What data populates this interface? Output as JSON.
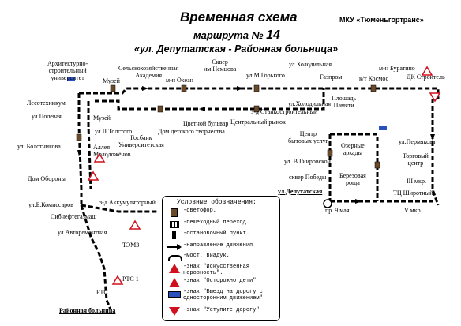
{
  "header": {
    "title": "Временная схема",
    "subtitle_prefix": "маршрута №",
    "route_number": "14",
    "route_name": "«ул. Депутатская - Районная больница»",
    "organization": "МКУ «Тюменьгортранс»"
  },
  "stops": {
    "arch_univ": "Архитектурно-\nстроительный\nуниверситет",
    "muzey_top": "Музей",
    "selhoz": "Сельскохозяйственная\nАкадемия",
    "ocean": "м-н Океан",
    "skver_nemtsova": "Сквер\nим.Немцова",
    "gorkogo": "ул.М.Горького",
    "holodilnaya_top": "ул.Холодильная",
    "gazprom": "Газпром",
    "kosmos": "к/т Космос",
    "ploshad_pamyati": "Площадь\nПамяти",
    "buratino": "м-н Буратино",
    "dk_stroitel": "ДК Строитель",
    "holodilnaya_bot": "ул.Холодильная",
    "stankostroitel": "з-д Станкостроительный",
    "central_market": "Центральный рынок",
    "tsvetnoy": "Цветной бульвар",
    "dom_detskogo": "Дом детского творчества",
    "gosbank": "Госбанк\nУниверситетская",
    "tolstogo": "ул.Л.Толстого",
    "muzey_left": "Музей",
    "lesotehnikum": "Лесотехникум",
    "polevaya": "ул.Полевая",
    "bolotnikova": "ул. Болотникова",
    "alleya": "Аллея\nМолодожёнов",
    "dom_oborony": "Дом Обороны",
    "komissarov": "ул.Б.Комиссаров",
    "akkumulyator": "з-д Аккумуляторный",
    "sibneftegaz": "Сибнефтегазмаш",
    "avtoremont": "ул.Авторемонтная",
    "temz": "ТЭМЗ",
    "rts1": "РТС 1",
    "rts": "РТС",
    "rayonnaya": "Районная больница",
    "center_byt": "Центр\nбытовых услуг",
    "gvirovskoy": "ул. В.Гиировской",
    "skver_pobedy": "сквер Победы",
    "deputatskaya": "ул.Депутатская",
    "ozernye": "Озерные\nаркады",
    "berezovaya": "Березовая\nроща",
    "pr9maya": "пр. 9 мая",
    "permyakova": "ул.Пермякова",
    "torgovy": "Торговый\nцентр",
    "mkr3": "III мкр.",
    "tc_shirotny": "ТЦ Широтный",
    "mkr5": "V мкр."
  },
  "legend": {
    "title": "Условные обозначения:",
    "items": [
      {
        "icon": "traffic-light-icon",
        "text": "-светофор."
      },
      {
        "icon": "crosswalk-icon",
        "text": "-пешеходный переход."
      },
      {
        "icon": "stop-point-icon",
        "text": "-остановочный пункт."
      },
      {
        "icon": "direction-arrow-icon",
        "text": "-направление движения"
      },
      {
        "icon": "bridge-icon",
        "text": "-мост, виадук."
      },
      {
        "icon": "speed-bump-sign-icon",
        "text": "-знак \"Искусственная\nнеровность\"."
      },
      {
        "icon": "children-sign-icon",
        "text": "-знак \"Осторожно дети\""
      },
      {
        "icon": "one-way-sign-icon",
        "text": "-знак \"Выезд на дорогу с\nодносторонним движением\""
      },
      {
        "icon": "yield-sign-icon",
        "text": "-знак \"Уступите дорогу\""
      }
    ]
  },
  "colors": {
    "route": "#000000",
    "sign_red": "#d0101c",
    "sign_blue": "#2a4fbf",
    "background": "#ffffff"
  }
}
